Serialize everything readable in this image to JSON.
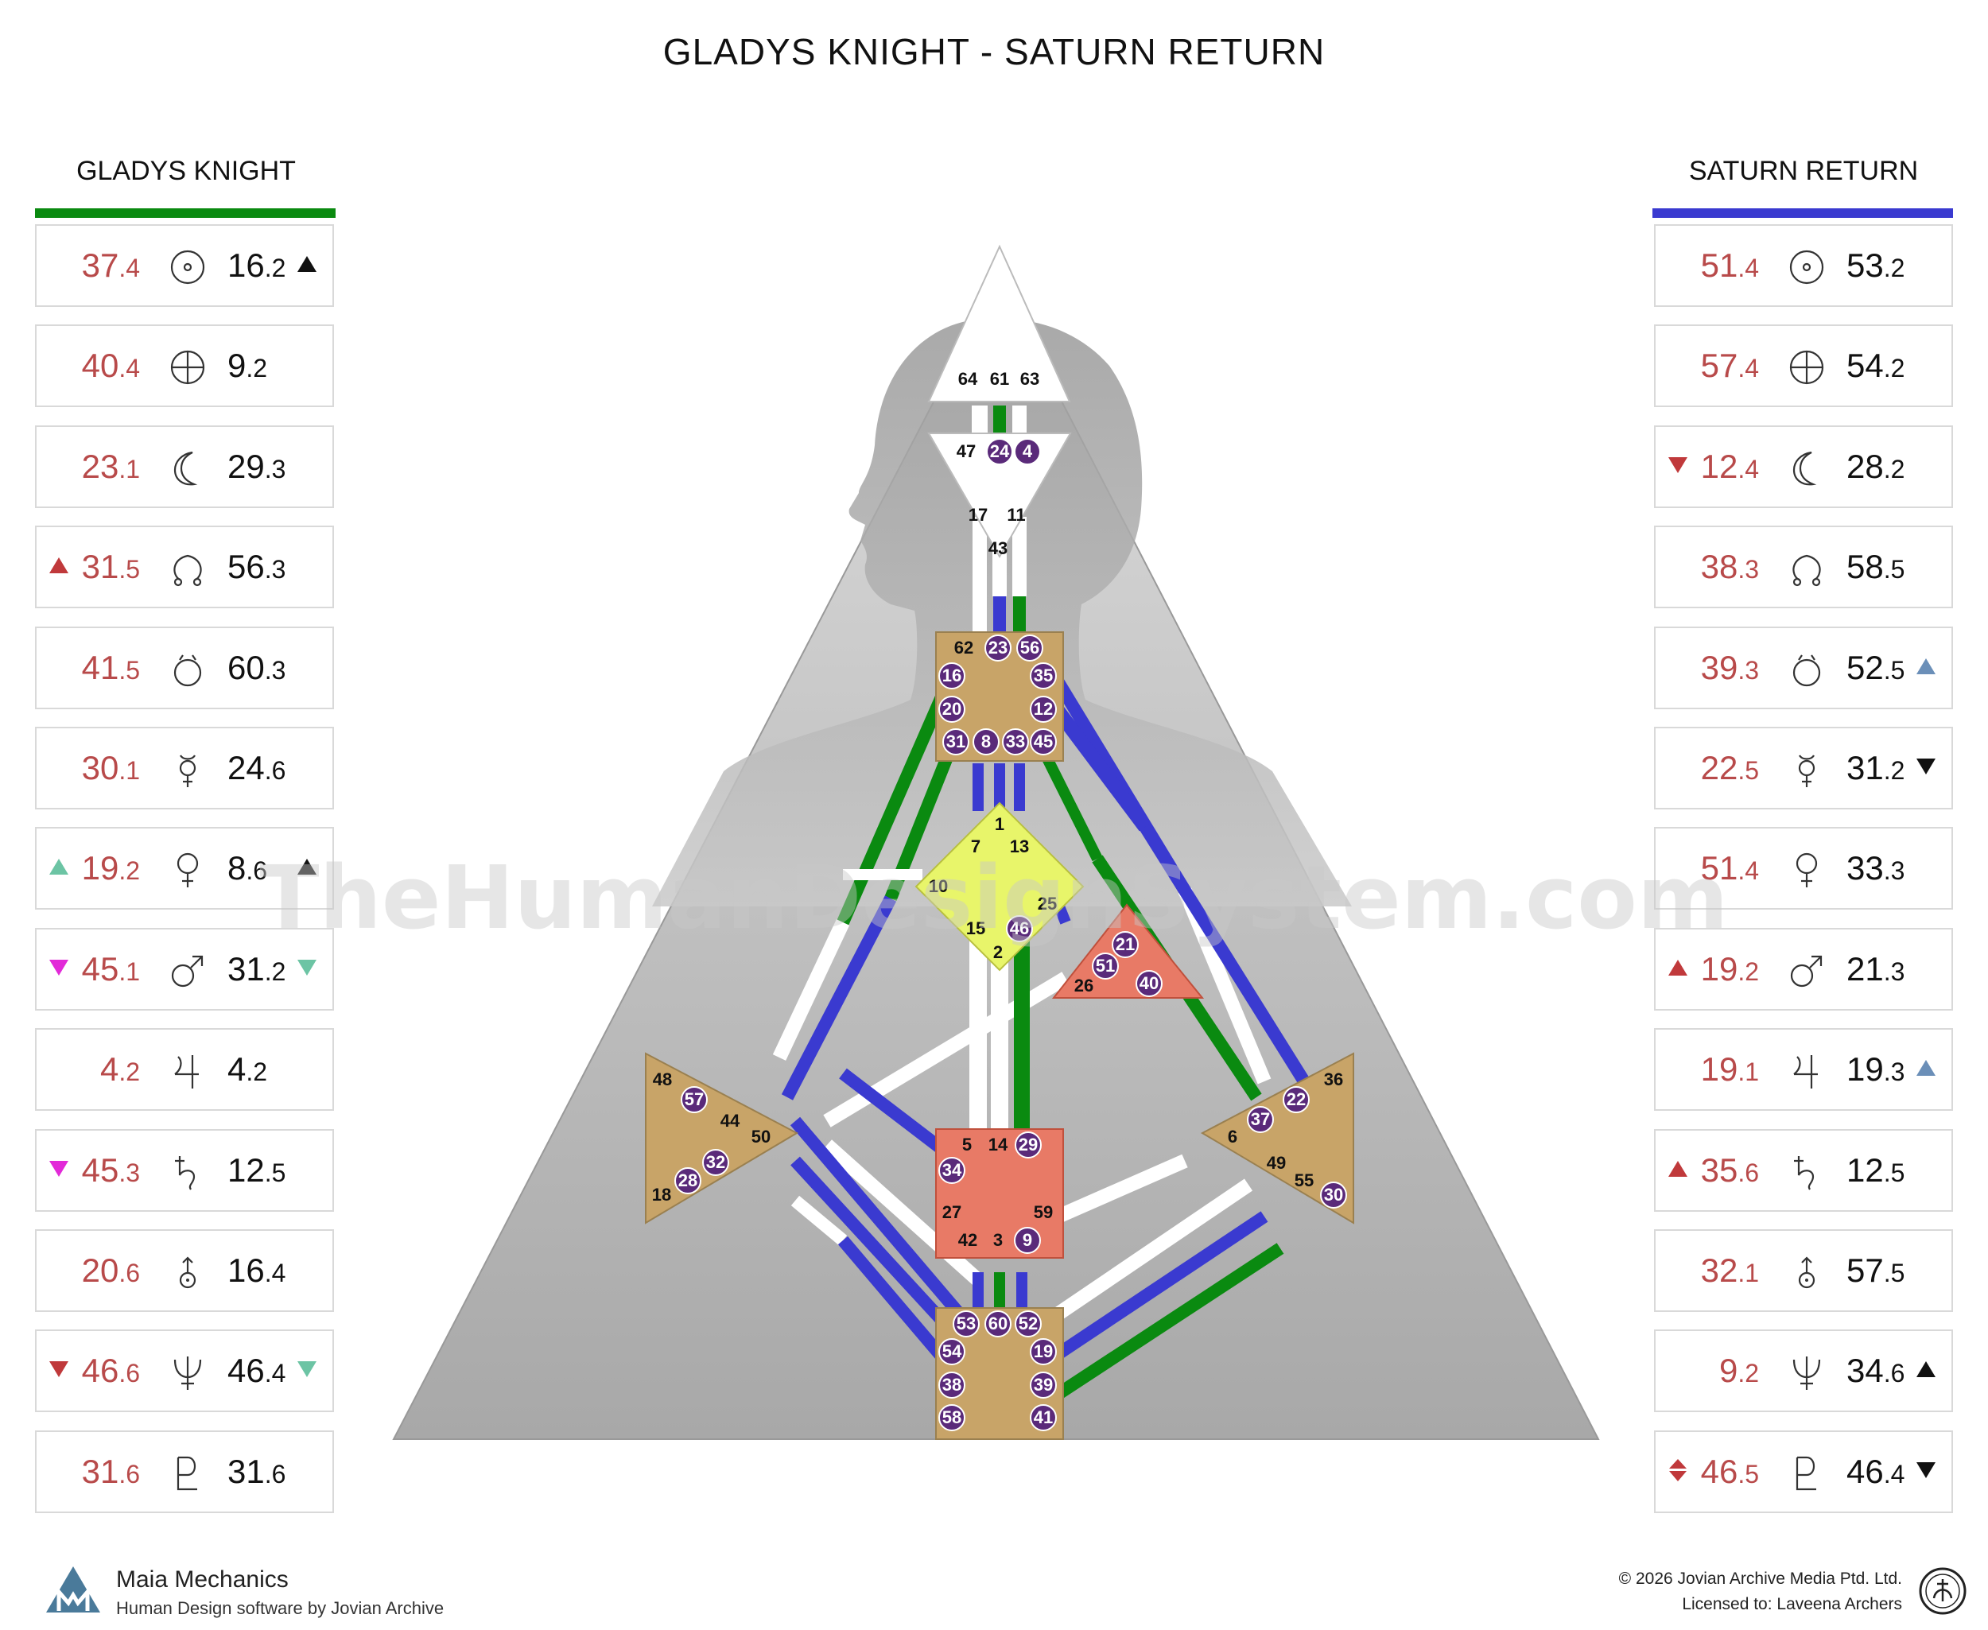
{
  "title": "GLADYS KNIGHT - SATURN RETURN",
  "watermark": "TheHumanDesignSystem.com",
  "colors": {
    "personality_green": "#0a8a10",
    "design_blue": "#3a3ad0",
    "value_red": "#b84a4a",
    "gate_purple": "#5a2a7a"
  },
  "left_column": {
    "title": "GLADYS KNIGHT",
    "rows": [
      {
        "planet_icon": "sun-icon",
        "left_int": "37",
        "left_frac": ".4",
        "right_int": "16",
        "right_frac": ".2",
        "left_arrow": "",
        "right_arrow": "up-black"
      },
      {
        "planet_icon": "earth-icon",
        "left_int": "40",
        "left_frac": ".4",
        "right_int": "9",
        "right_frac": ".2",
        "left_arrow": "",
        "right_arrow": ""
      },
      {
        "planet_icon": "moon-icon",
        "left_int": "23",
        "left_frac": ".1",
        "right_int": "29",
        "right_frac": ".3",
        "left_arrow": "",
        "right_arrow": ""
      },
      {
        "planet_icon": "north-node-icon",
        "left_int": "31",
        "left_frac": ".5",
        "right_int": "56",
        "right_frac": ".3",
        "left_arrow": "up-red",
        "right_arrow": ""
      },
      {
        "planet_icon": "south-node-icon",
        "left_int": "41",
        "left_frac": ".5",
        "right_int": "60",
        "right_frac": ".3",
        "left_arrow": "",
        "right_arrow": ""
      },
      {
        "planet_icon": "mercury-icon",
        "left_int": "30",
        "left_frac": ".1",
        "right_int": "24",
        "right_frac": ".6",
        "left_arrow": "",
        "right_arrow": ""
      },
      {
        "planet_icon": "venus-icon",
        "left_int": "19",
        "left_frac": ".2",
        "right_int": "8",
        "right_frac": ".6",
        "left_arrow": "up-teal",
        "right_arrow": "up-black"
      },
      {
        "planet_icon": "mars-icon",
        "left_int": "45",
        "left_frac": ".1",
        "right_int": "31",
        "right_frac": ".2",
        "left_arrow": "down-magenta",
        "right_arrow": "down-teal"
      },
      {
        "planet_icon": "jupiter-icon",
        "left_int": "4",
        "left_frac": ".2",
        "right_int": "4",
        "right_frac": ".2",
        "left_arrow": "",
        "right_arrow": ""
      },
      {
        "planet_icon": "saturn-icon",
        "left_int": "45",
        "left_frac": ".3",
        "right_int": "12",
        "right_frac": ".5",
        "left_arrow": "down-magenta",
        "right_arrow": ""
      },
      {
        "planet_icon": "uranus-icon",
        "left_int": "20",
        "left_frac": ".6",
        "right_int": "16",
        "right_frac": ".4",
        "left_arrow": "",
        "right_arrow": ""
      },
      {
        "planet_icon": "neptune-icon",
        "left_int": "46",
        "left_frac": ".6",
        "right_int": "46",
        "right_frac": ".4",
        "left_arrow": "down-red",
        "right_arrow": "down-teal"
      },
      {
        "planet_icon": "pluto-icon",
        "left_int": "31",
        "left_frac": ".6",
        "right_int": "31",
        "right_frac": ".6",
        "left_arrow": "",
        "right_arrow": ""
      }
    ]
  },
  "right_column": {
    "title": "SATURN RETURN",
    "rows": [
      {
        "planet_icon": "sun-icon",
        "left_int": "51",
        "left_frac": ".4",
        "right_int": "53",
        "right_frac": ".2",
        "left_arrow": "",
        "right_arrow": ""
      },
      {
        "planet_icon": "earth-icon",
        "left_int": "57",
        "left_frac": ".4",
        "right_int": "54",
        "right_frac": ".2",
        "left_arrow": "",
        "right_arrow": ""
      },
      {
        "planet_icon": "moon-icon",
        "left_int": "12",
        "left_frac": ".4",
        "right_int": "28",
        "right_frac": ".2",
        "left_arrow": "down-red",
        "right_arrow": ""
      },
      {
        "planet_icon": "north-node-icon",
        "left_int": "38",
        "left_frac": ".3",
        "right_int": "58",
        "right_frac": ".5",
        "left_arrow": "",
        "right_arrow": ""
      },
      {
        "planet_icon": "south-node-icon",
        "left_int": "39",
        "left_frac": ".3",
        "right_int": "52",
        "right_frac": ".5",
        "left_arrow": "",
        "right_arrow": "up-steel"
      },
      {
        "planet_icon": "mercury-icon",
        "left_int": "22",
        "left_frac": ".5",
        "right_int": "31",
        "right_frac": ".2",
        "left_arrow": "",
        "right_arrow": "down-black"
      },
      {
        "planet_icon": "venus-icon",
        "left_int": "51",
        "left_frac": ".4",
        "right_int": "33",
        "right_frac": ".3",
        "left_arrow": "",
        "right_arrow": ""
      },
      {
        "planet_icon": "mars-icon",
        "left_int": "19",
        "left_frac": ".2",
        "right_int": "21",
        "right_frac": ".3",
        "left_arrow": "up-red",
        "right_arrow": ""
      },
      {
        "planet_icon": "jupiter-icon",
        "left_int": "19",
        "left_frac": ".1",
        "right_int": "19",
        "right_frac": ".3",
        "left_arrow": "",
        "right_arrow": "up-steel"
      },
      {
        "planet_icon": "saturn-icon",
        "left_int": "35",
        "left_frac": ".6",
        "right_int": "12",
        "right_frac": ".5",
        "left_arrow": "up-red",
        "right_arrow": ""
      },
      {
        "planet_icon": "uranus-icon",
        "left_int": "32",
        "left_frac": ".1",
        "right_int": "57",
        "right_frac": ".5",
        "left_arrow": "",
        "right_arrow": ""
      },
      {
        "planet_icon": "neptune-icon",
        "left_int": "9",
        "left_frac": ".2",
        "right_int": "34",
        "right_frac": ".6",
        "left_arrow": "",
        "right_arrow": "up-black"
      },
      {
        "planet_icon": "pluto-icon",
        "left_int": "46",
        "left_frac": ".5",
        "right_int": "46",
        "right_frac": ".4",
        "left_arrow": "updown-red",
        "right_arrow": "down-black"
      }
    ]
  },
  "centers": {
    "head": {
      "gates": [
        "64",
        "61",
        "63"
      ]
    },
    "ajna": {
      "gates": [
        "47",
        "24",
        "4",
        "17",
        "11",
        "43"
      ],
      "active": [
        "24",
        "4"
      ]
    },
    "throat": {
      "gates": [
        "62",
        "23",
        "56",
        "16",
        "35",
        "20",
        "12",
        "31",
        "8",
        "33",
        "45"
      ],
      "active": [
        "23",
        "56",
        "16",
        "35",
        "20",
        "12",
        "31",
        "8",
        "33",
        "45"
      ]
    },
    "g": {
      "gates": [
        "1",
        "7",
        "13",
        "10",
        "25",
        "15",
        "46",
        "2"
      ],
      "active": [
        "46"
      ]
    },
    "heart": {
      "gates": [
        "21",
        "51",
        "26",
        "40"
      ],
      "active": [
        "21",
        "51",
        "40"
      ]
    },
    "spleen": {
      "gates": [
        "48",
        "57",
        "44",
        "50",
        "32",
        "28",
        "18"
      ],
      "active": [
        "57",
        "32",
        "28"
      ]
    },
    "sacral": {
      "gates": [
        "5",
        "14",
        "29",
        "34",
        "27",
        "59",
        "42",
        "3",
        "9"
      ],
      "active": [
        "29",
        "34",
        "9"
      ]
    },
    "solar_plexus": {
      "gates": [
        "36",
        "22",
        "37",
        "6",
        "49",
        "55",
        "30"
      ],
      "active": [
        "22",
        "37",
        "30"
      ]
    },
    "root": {
      "gates": [
        "53",
        "60",
        "52",
        "54",
        "19",
        "38",
        "39",
        "58",
        "41"
      ],
      "active": [
        "53",
        "60",
        "52",
        "54",
        "19",
        "38",
        "39",
        "58",
        "41"
      ]
    }
  },
  "footer": {
    "brand": "Maia Mechanics",
    "subtitle": "Human Design software by Jovian Archive",
    "copyright": "© 2026 Jovian Archive Media Ptd. Ltd.",
    "license": "Licensed to: Laveena Archers"
  }
}
